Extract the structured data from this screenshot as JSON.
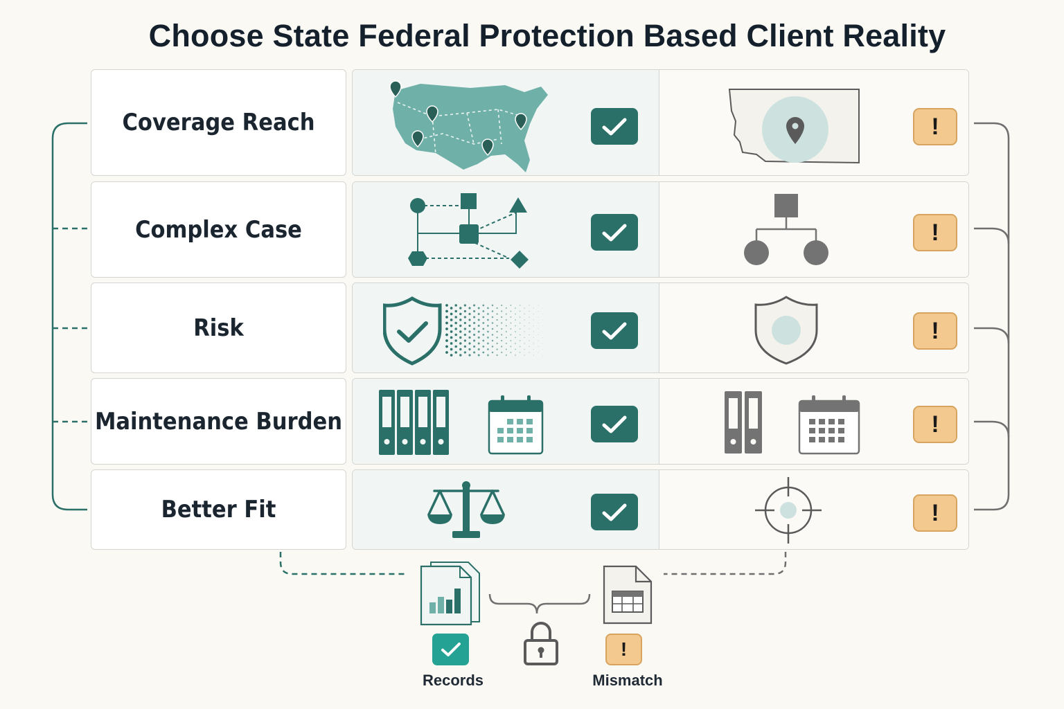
{
  "title": "Choose State Federal Protection Based Client Reality",
  "rows": [
    {
      "label": "Coverage Reach",
      "federal_icon": "us-map-pins-icon",
      "state_icon": "state-map-pin-icon"
    },
    {
      "label": "Complex Case",
      "federal_icon": "complex-network-icon",
      "state_icon": "simple-hierarchy-icon"
    },
    {
      "label": "Risk",
      "federal_icon": "shield-check-icon",
      "state_icon": "plain-shield-icon"
    },
    {
      "label": "Maintenance Burden",
      "federal_icon": "binders-calendar-icon",
      "state_icon": "binders-calendar-icon"
    },
    {
      "label": "Better Fit",
      "federal_icon": "scales-icon",
      "state_icon": "target-icon"
    }
  ],
  "federal_status_icon": "check-icon",
  "state_status_icon": "exclamation-icon",
  "warn_glyph": "!",
  "bottom": {
    "records_label": "Records",
    "mismatch_label": "Mismatch",
    "records_icon": "chart-documents-icon",
    "lock_icon": "padlock-icon",
    "mismatch_icon": "table-document-icon"
  },
  "colors": {
    "teal": "#2a7068",
    "teal_light": "#6fb0a8",
    "gray": "#737373",
    "warn_fill": "#f3c98f",
    "warn_border": "#d7a45f"
  }
}
